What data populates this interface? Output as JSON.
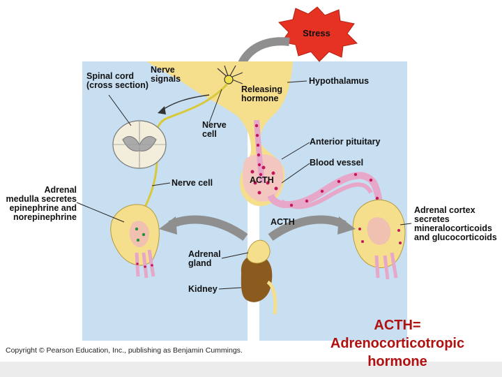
{
  "stress": "Stress",
  "labels": {
    "spinal_cord": "Spinal cord\n(cross section)",
    "nerve_signals": "Nerve\nsignals",
    "releasing_hormone": "Releasing\nhormone",
    "hypothalamus": "Hypothalamus",
    "nerve_cell_upper": "Nerve\ncell",
    "anterior_pituitary": "Anterior pituitary",
    "blood_vessel": "Blood vessel",
    "acth_pituitary": "ACTH",
    "nerve_cell_lower": "Nerve cell",
    "adrenal_medulla": "Adrenal\nmedulla secretes\nepinephrine and\nnorepinephrine",
    "acth_vessel": "ACTH",
    "adrenal_cortex": "Adrenal cortex\nsecretes\nmineralocorticoids\nand glucocorticoids",
    "adrenal_gland": "Adrenal\ngland",
    "kidney": "Kidney"
  },
  "copyright": "Copyright © Pearson Education, Inc., publishing as Benjamin Cummings.",
  "definition": "ACTH=\nAdrenocorticotropic\nhormone",
  "colors": {
    "panel": "#c8dff2",
    "tissue_yellow": "#f5de8c",
    "pituitary_pink": "#f3c7c0",
    "vessel_pink": "#e7a7c9",
    "vessel_dot": "#c2185b",
    "kidney_brown": "#8a5a1e",
    "stress_red": "#e53222",
    "arrow_gray": "#8f8f8f",
    "nerve_yellow": "#f2e24a",
    "definition_red": "#b01010"
  }
}
